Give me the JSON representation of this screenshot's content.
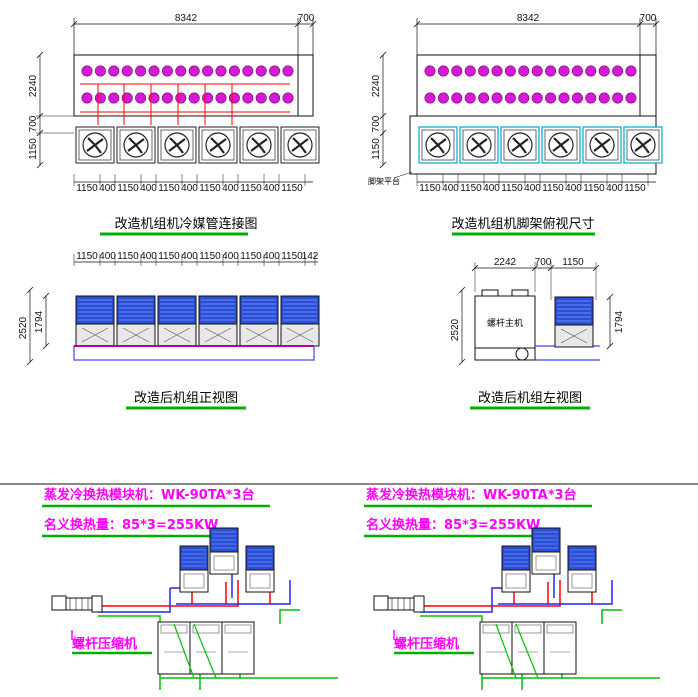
{
  "views": {
    "pipe": {
      "caption": "改造机组机冷媒管连接图",
      "width_main": "8342",
      "width_side": "700",
      "h_top": "2240",
      "h_mid": "700",
      "h_bot": "1150",
      "bottom_dims": [
        "1150",
        "400",
        "1150",
        "400",
        "1150",
        "400",
        "1150",
        "400",
        "1150",
        "400",
        "1150"
      ]
    },
    "frame": {
      "caption": "改造机组机脚架俯视尺寸",
      "width_main": "8342",
      "width_side": "700",
      "h_top": "2240",
      "h_mid": "700",
      "h_bot": "1150",
      "platform_label": "脚架平台",
      "bottom_dims": [
        "1150",
        "400",
        "1150",
        "400",
        "1150",
        "400",
        "1150",
        "400",
        "1150",
        "400",
        "1150"
      ]
    },
    "front": {
      "caption": "改造后机组正视图",
      "h_total": "2520",
      "h_unit": "1794",
      "top_dims": [
        "1150",
        "400",
        "1150",
        "400",
        "1150",
        "400",
        "1150",
        "400",
        "1150",
        "400",
        "1150",
        "142"
      ]
    },
    "left": {
      "caption": "改造后机组左视图",
      "dims": [
        "2242",
        "700",
        "1150"
      ],
      "h_total": "2520",
      "h_unit": "1794",
      "main_unit_label": "螺杆主机"
    }
  },
  "schematics": [
    {
      "title": "蒸发冷换热模块机：WK-90TA*3台",
      "capacity": "名义换热量：85*3=255KW",
      "compressor_label": "螺杆压缩机"
    },
    {
      "title": "蒸发冷换热模块机：WK-90TA*3台",
      "capacity": "名义换热量：85*3=255KW",
      "compressor_label": "螺杆压缩机"
    }
  ],
  "colors": {
    "fan_unit": "#2a4fd6",
    "refrigerant_pipe": "#ff0000",
    "water_supply": "#00c000",
    "return_pipe": "#2222ff",
    "highlight": "#ff00ff",
    "underline": "#00b000"
  }
}
